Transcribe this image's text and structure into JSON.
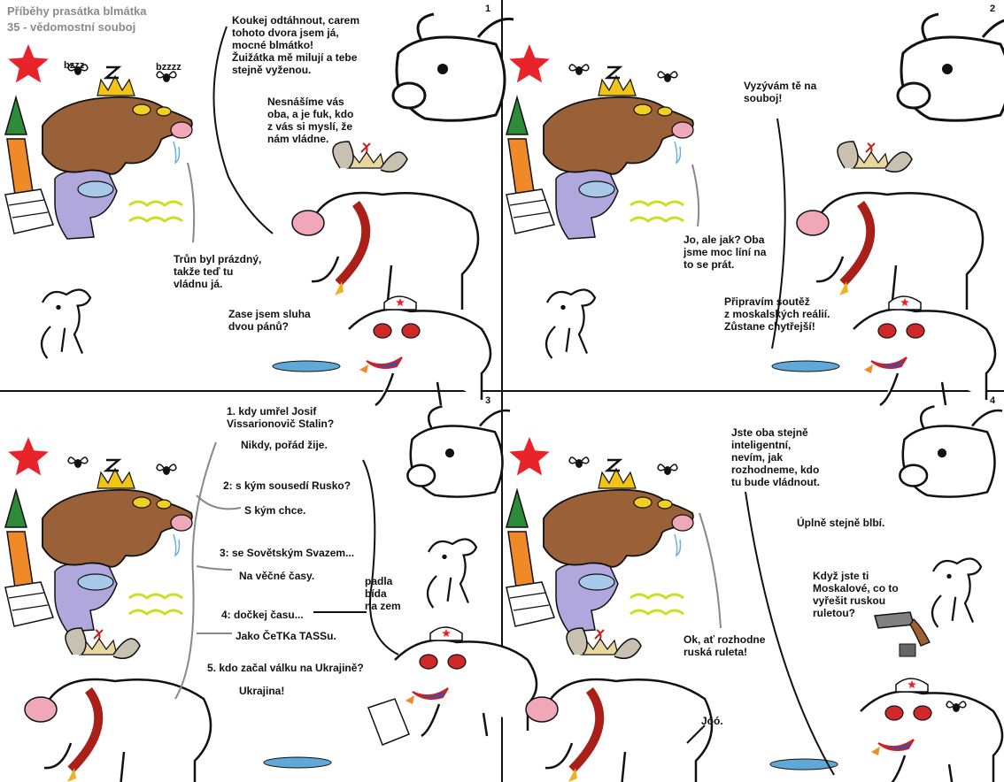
{
  "header": {
    "title": "Příběhy prasátka blmátka",
    "episode": "35 - vědomostní souboj"
  },
  "panels": [
    {
      "number": "1",
      "sound_effects": [
        "bzzz",
        "bzzzz"
      ],
      "lines": [
        "Koukej odtáhnout, carem\ntohoto dvora jsem já,\nmocné blmátko!\nŽuižátka mě milují a tebe\nstejně vyženou.",
        "Nesnášíme vás\noba, a je fuk, kdo\nz vás si myslí, že\nnám vládne.",
        "Trůn byl prázdný,\ntakže teď tu\nvládnu já.",
        "Zase jsem sluha\ndvou pánů?"
      ]
    },
    {
      "number": "2",
      "lines": [
        "Vyzývám tě na\nsouboj!",
        "Jo, ale jak? Oba\njsme moc líní na\nto se prát.",
        "Připravím soutěž\nz moskalských reálií.\nZůstane chytřejší!"
      ]
    },
    {
      "number": "3",
      "lines": [
        "1. kdy umřel Josif\nVissarionovič Stalin?",
        "Nikdy, pořád žije.",
        "2: s kým sousedí Rusko?",
        "S kým chce.",
        "3: se Sovětským Svazem...",
        "Na věčné časy.",
        "4: dočkej času...",
        "Jako ČeTKa TASSu.",
        "5. kdo začal válku na Ukrajině?",
        "Ukrajina!",
        "padla\nbída\nna zem"
      ]
    },
    {
      "number": "4",
      "lines": [
        "Jste oba stejně\ninteligentní,\nnevím, jak\nrozhodneme, kdo\ntu bude vládnout.",
        "Úplně stejně blbí.",
        "Když jste ti\nMoskalové, co to\nvyřešit ruskou\nruletou?",
        "Ok, ať rozhodne\nruská ruleta!",
        "Jóó."
      ]
    }
  ],
  "colors": {
    "star": "#e8232a",
    "carrot": "#f08a28",
    "carrot_top": "#2e8b3a",
    "boar": "#9a6038",
    "crown": "#f2c418",
    "toilet": "#b0a8dc",
    "grass": "#c8e01e",
    "sash": "#a82018",
    "sash_edge": "#f0b020",
    "snout": "#f0a8b8",
    "eyes": "#d02828",
    "puddle": "#60a8d8",
    "gun": "#808080",
    "grip": "#a06030",
    "divider": "#111111",
    "header_text": "#8a8a8a"
  }
}
